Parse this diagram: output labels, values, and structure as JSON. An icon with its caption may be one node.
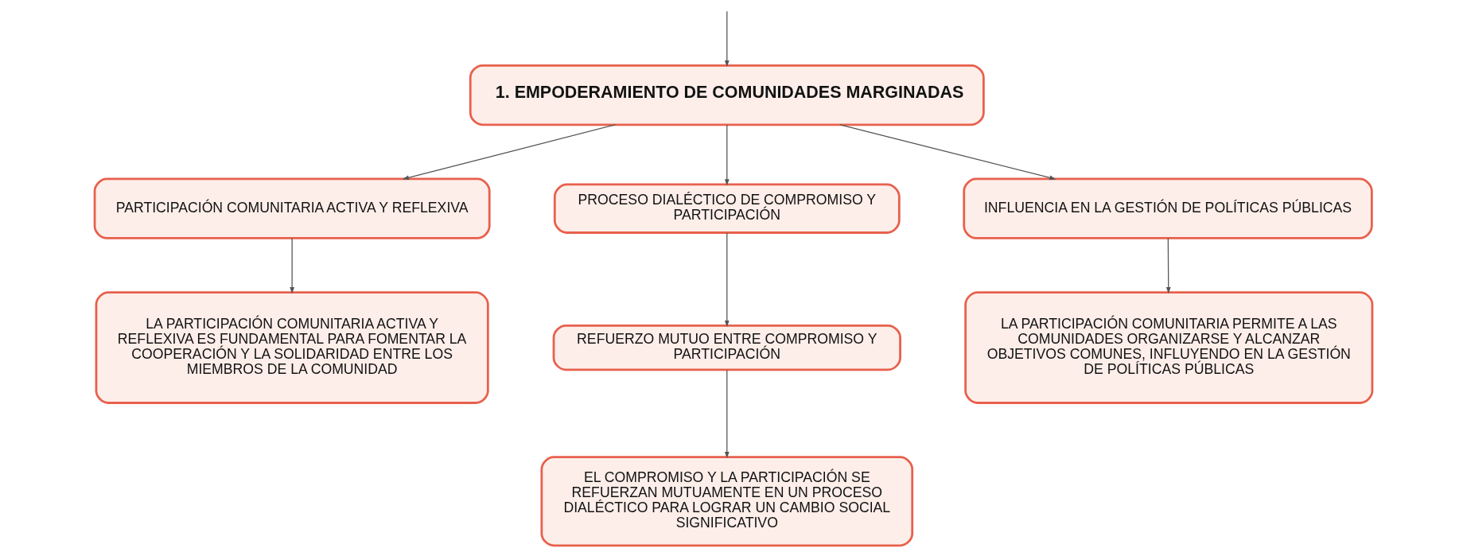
{
  "diagram": {
    "nodes": [
      {
        "text": [
          "1. EMPODERAMIENTO DE COMUNIDADES MARGINADAS"
        ]
      },
      {
        "text": [
          "PARTICIPACIÓN COMUNITARIA ACTIVA Y REFLEXIVA"
        ]
      },
      {
        "text": [
          "PROCESO DIALÉCTICO DE COMPROMISO Y PARTICIPACIÓN"
        ]
      },
      {
        "text": [
          "INFLUENCIA EN LA GESTIÓN DE POLÍTICAS PÚBLICAS"
        ]
      },
      {
        "text": [
          "LA PARTICIPACIÓN COMUNITARIA ACTIVA Y REFLEXIVA ES FUNDAMENTAL PARA FOMENTAR LA COOPERACIÓN Y LA SOLIDARIDAD ENTRE LOS MIEMBROS DE LA COMUNIDAD"
        ]
      },
      {
        "text": [
          "REFUERZO MUTUO ENTRE COMPROMISO Y PARTICIPACIÓN"
        ]
      },
      {
        "text": [
          "EL COMPROMISO Y LA PARTICIPACIÓN SE REFUERZAN MUTUAMENTE EN UN PROCESO DIALÉCTICO PARA LOGRAR UN CAMBIO SOCIAL SIGNIFICATIVO"
        ]
      },
      {
        "text": [
          "LA PARTICIPACIÓN COMUNITARIA PERMITE A LAS COMUNIDADES ORGANIZARSE Y ALCANZAR OBJETIVOS COMUNES, INFLUYENDO EN LA GESTIÓN DE POLÍTICAS PÚBLICAS"
        ]
      }
    ],
    "edges": [
      {
        "from": null,
        "to": 0,
        "arrow": "to"
      },
      {
        "from": 0,
        "to": 1,
        "arrow": "to"
      },
      {
        "from": 0,
        "to": 2,
        "arrow": "to"
      },
      {
        "from": 0,
        "to": 3,
        "arrow": "to"
      },
      {
        "from": 1,
        "to": 4,
        "arrow": "to"
      },
      {
        "from": 2,
        "to": 5,
        "arrow": "to"
      },
      {
        "from": 5,
        "to": 6,
        "arrow": "to"
      },
      {
        "from": 3,
        "to": 7,
        "arrow": "to"
      }
    ]
  }
}
